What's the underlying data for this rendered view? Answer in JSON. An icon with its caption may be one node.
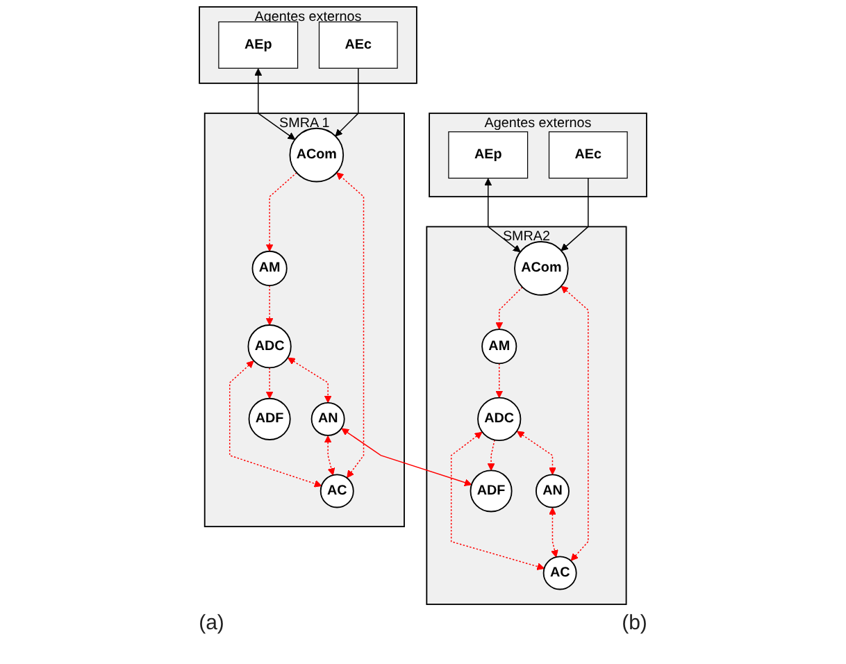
{
  "diagram": {
    "nodes": [
      {
        "text": [
          "SMRA 1"
        ]
      },
      {
        "text": [
          "ADC"
        ],
        "in": 0
      },
      {
        "text": [
          "ADF"
        ],
        "in": 0
      },
      {
        "text": [
          "AN"
        ],
        "in": 0
      },
      {
        "text": [
          "AM"
        ],
        "in": 0
      },
      {
        "text": [
          "AC"
        ],
        "in": 0
      },
      {
        "text": [
          "ACom"
        ],
        "in": 0
      },
      {
        "text": [
          "Agentes externos"
        ]
      },
      {
        "text": [
          "AEp"
        ],
        "in": 7
      },
      {
        "text": [
          "AEc"
        ],
        "in": 7
      },
      {
        "text": [
          "SMRA2"
        ]
      },
      {
        "text": [
          "ADC"
        ],
        "in": 10
      },
      {
        "text": [
          "ADF"
        ],
        "in": 10
      },
      {
        "text": [
          "AN"
        ],
        "in": 10
      },
      {
        "text": [
          "AM"
        ],
        "in": 10
      },
      {
        "text": [
          "AC"
        ],
        "in": 10
      },
      {
        "text": [
          "ACom"
        ],
        "in": 10
      },
      {
        "text": [
          "Agentes externos"
        ]
      },
      {
        "text": [
          "AEp"
        ],
        "in": 17
      },
      {
        "text": [
          "AEc"
        ],
        "in": 17
      }
    ],
    "edges": [
      {
        "from": 1,
        "to": 2,
        "arrow": "to",
        "style": "dashed",
        "color": "#ff0000"
      },
      {
        "from": 1,
        "to": 3,
        "arrow": "both",
        "style": "dashed",
        "color": "#ff0000"
      },
      {
        "from": 4,
        "to": 1,
        "arrow": "to",
        "style": "dashed",
        "color": "#ff0000"
      },
      {
        "from": 1,
        "to": 5,
        "arrow": "both",
        "style": "dashed",
        "color": "#ff0000"
      },
      {
        "from": 3,
        "to": 5,
        "arrow": "both",
        "style": "dashed",
        "color": "#ff0000"
      },
      {
        "from": 6,
        "to": 4,
        "arrow": "to",
        "style": "dashed",
        "color": "#ff0000"
      },
      {
        "from": 5,
        "to": 6,
        "arrow": "both",
        "style": "dashed",
        "color": "#ff0000"
      },
      {
        "from": 8,
        "to": 6,
        "arrow": "both",
        "color": "#000000"
      },
      {
        "from": 9,
        "to": 6,
        "arrow": "to",
        "color": "#000000"
      },
      {
        "from": 3,
        "to": 12,
        "arrow": "both",
        "color": "#ff0000"
      },
      {
        "from": 11,
        "to": 12,
        "arrow": "to",
        "style": "dashed",
        "color": "#ff0000"
      },
      {
        "from": 11,
        "to": 13,
        "arrow": "both",
        "style": "dashed",
        "color": "#ff0000"
      },
      {
        "from": 14,
        "to": 11,
        "arrow": "to",
        "style": "dashed",
        "color": "#ff0000"
      },
      {
        "from": 11,
        "to": 15,
        "arrow": "both",
        "style": "dashed",
        "color": "#ff0000"
      },
      {
        "from": 13,
        "to": 15,
        "arrow": "both",
        "style": "dashed",
        "color": "#ff0000"
      },
      {
        "from": 16,
        "to": 14,
        "arrow": "to",
        "style": "dashed",
        "color": "#ff0000"
      },
      {
        "from": 15,
        "to": 16,
        "arrow": "both",
        "style": "dashed",
        "color": "#ff0000"
      },
      {
        "from": 18,
        "to": 16,
        "arrow": "both",
        "color": "#000000"
      },
      {
        "from": 19,
        "to": 16,
        "arrow": "to",
        "color": "#000000"
      }
    ],
    "labels": [
      "(a)",
      "(b)"
    ]
  }
}
